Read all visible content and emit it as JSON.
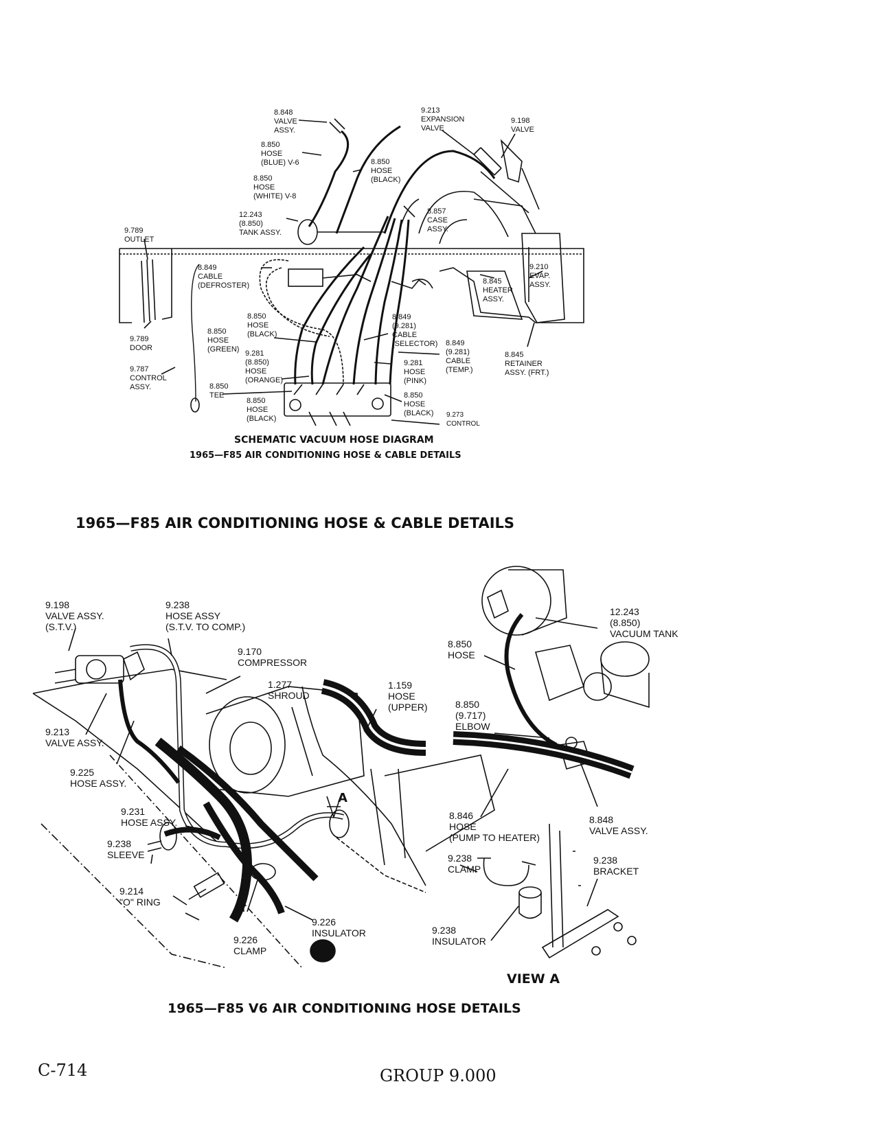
{
  "top_diagram": {
    "labels": {
      "l1": [
        "8.848",
        "VALVE",
        "ASSY."
      ],
      "l2": [
        "9.213",
        "EXPANSION",
        "VALVE"
      ],
      "l3": [
        "9.198",
        "VALVE"
      ],
      "l4": [
        "8.850",
        "HOSE",
        "(BLUE) V-6"
      ],
      "l5": [
        "8.850",
        "HOSE",
        "(BLACK)"
      ],
      "l6": [
        "8.850",
        "HOSE",
        "(WHITE) V-8"
      ],
      "l7": [
        "12.243",
        "(8.850)",
        "TANK ASSY."
      ],
      "l8": [
        "8.857",
        "CASE",
        "ASSY."
      ],
      "l9": [
        "9.789",
        "OUTLET"
      ],
      "l10": [
        "8.849",
        "CABLE",
        "(DEFROSTER)"
      ],
      "l11": [
        "9.210",
        "EVAP.",
        "ASSY."
      ],
      "l12": [
        "8.845",
        "HEATER",
        "ASSY."
      ],
      "l13": [
        "8.850",
        "HOSE",
        "(BLACK)"
      ],
      "l14": [
        "8.849",
        "(9.281)",
        "CABLE",
        "(SELECTOR)"
      ],
      "l15": [
        "8.850",
        "HOSE",
        "(GREEN)"
      ],
      "l16": [
        "9.789",
        "DOOR"
      ],
      "l17": [
        "8.849",
        "(9.281)",
        "CABLE",
        "(TEMP.)"
      ],
      "l18": [
        "9.281",
        "(8.850)",
        "HOSE",
        "(ORANGE)"
      ],
      "l19": [
        "9.281",
        "HOSE",
        "(PINK)"
      ],
      "l20": [
        "8.845",
        "RETAINER",
        "ASSY. (FRT.)"
      ],
      "l21": [
        "9.787",
        "CONTROL",
        "ASSY."
      ],
      "l22": [
        "8.850",
        "TEE"
      ],
      "l23": [
        "8.850",
        "HOSE",
        "(BLACK)"
      ],
      "l24": [
        "8.850",
        "HOSE",
        "(BLACK)"
      ],
      "l25": [
        "9.273",
        "CONTROL"
      ]
    },
    "caption1": "SCHEMATIC VACUUM HOSE DIAGRAM",
    "caption2": "1965—F85 AIR CONDITIONING HOSE & CABLE DETAILS"
  },
  "section_title": "1965—F85 AIR CONDITIONING HOSE & CABLE DETAILS",
  "bottom_diagram": {
    "labels": {
      "b1": [
        "9.198",
        "VALVE ASSY.",
        "(S.T.V.)"
      ],
      "b2": [
        "9.238",
        "HOSE ASSY",
        "(S.T.V. TO COMP.)"
      ],
      "b3": [
        "9.170",
        "COMPRESSOR"
      ],
      "b4": [
        "1.277",
        "SHROUD"
      ],
      "b5": [
        "1.159",
        "HOSE",
        "(UPPER)"
      ],
      "b6": [
        "12.243",
        "(8.850)",
        "VACUUM TANK"
      ],
      "b7": [
        "8.850",
        "HOSE"
      ],
      "b8": [
        "8.850",
        "(9.717)",
        "ELBOW"
      ],
      "b9": [
        "9.213",
        "VALVE ASSY."
      ],
      "b10": [
        "9.225",
        "HOSE ASSY."
      ],
      "b11": [
        "9.231",
        "HOSE ASSY."
      ],
      "b12": [
        "9.238",
        "SLEEVE"
      ],
      "b13": [
        "9.214",
        "\"O\" RING"
      ],
      "b14": [
        "9.226",
        "CLAMP"
      ],
      "b15": [
        "9.226",
        "INSULATOR"
      ],
      "b16": [
        "8.846",
        "HOSE",
        "(PUMP TO HEATER)"
      ],
      "b17": [
        "8.848",
        "VALVE ASSY."
      ],
      "b18": [
        "9.238",
        "CLAMP"
      ],
      "b19": [
        "9.238",
        "BRACKET"
      ],
      "b20": [
        "9.238",
        "INSULATOR"
      ]
    },
    "view_marker": "A",
    "view_label": "VIEW A",
    "caption": "1965—F85 V6 AIR CONDITIONING HOSE DETAILS"
  },
  "footer": {
    "page_number": "C-714",
    "group": "GROUP 9.000"
  }
}
